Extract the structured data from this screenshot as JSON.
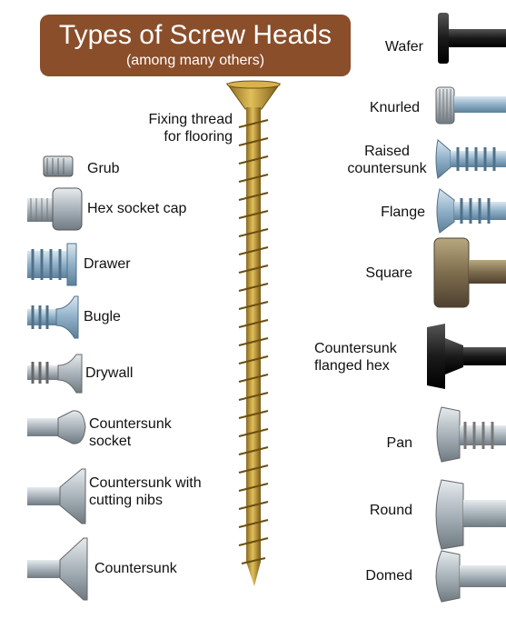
{
  "title": "Types of Screw Heads",
  "subtitle": "(among many others)",
  "center_label_line1": "Fixing thread",
  "center_label_line2": "for flooring",
  "left_items": [
    {
      "line1": "Grub",
      "line2": ""
    },
    {
      "line1": "Hex socket cap",
      "line2": ""
    },
    {
      "line1": "Drawer",
      "line2": ""
    },
    {
      "line1": "Bugle",
      "line2": ""
    },
    {
      "line1": "Drywall",
      "line2": ""
    },
    {
      "line1": "Countersunk",
      "line2": "socket"
    },
    {
      "line1": "Countersunk with",
      "line2": "cutting nibs"
    },
    {
      "line1": "Countersunk",
      "line2": ""
    }
  ],
  "right_items": [
    {
      "line1": "Wafer",
      "line2": ""
    },
    {
      "line1": "Knurled",
      "line2": ""
    },
    {
      "line1": "Raised",
      "line2": "countersunk"
    },
    {
      "line1": "Flange",
      "line2": ""
    },
    {
      "line1": "Square",
      "line2": ""
    },
    {
      "line1": "Countersunk",
      "line2": "flanged hex"
    },
    {
      "line1": "Pan",
      "line2": ""
    },
    {
      "line1": "Round",
      "line2": ""
    },
    {
      "line1": "Domed",
      "line2": ""
    }
  ],
  "colors": {
    "banner": "#8a4e2a",
    "brass": "#c49a3a",
    "steel": "#b9c2c8",
    "zinc": "#9fb8cc",
    "black": "#1a1a1a",
    "rust": "#8a7a5a"
  }
}
